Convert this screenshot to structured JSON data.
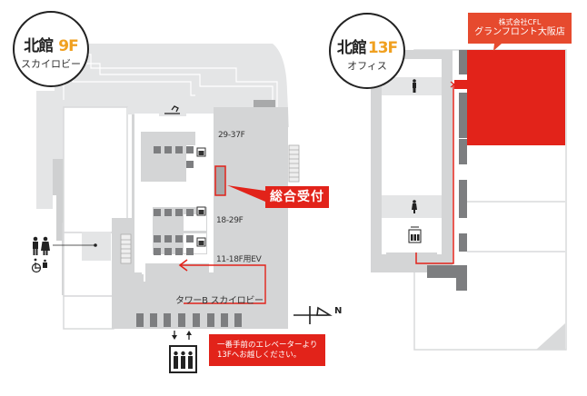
{
  "north_building_9f": {
    "badge": {
      "building": "北館",
      "floor": "9F",
      "subtitle": "スカイロビー"
    },
    "elevator_labels": [
      "29-37F",
      "18-29F",
      "11-18F用EV"
    ],
    "skylobby_label": "タワーB スカイロビー",
    "reception_callout": "総合受付",
    "note_callout": [
      "一番手前のエレベーターより",
      "13Fへお越しください。"
    ],
    "north_indicator": "N",
    "icons": [
      "restroom-icon",
      "accessible-restroom-icon",
      "elevator-icon",
      "smoking-area-icon",
      "escalator-icon"
    ]
  },
  "north_building_13f": {
    "badge": {
      "building": "北館",
      "floor": "13F",
      "subtitle": "オフィス"
    },
    "company_callout": {
      "company": "株式会社CFL",
      "branch": "グランフロント大阪店"
    },
    "icons": [
      "restroom-male-icon",
      "restroom-female-icon",
      "elevator-icon"
    ]
  },
  "colors": {
    "accent_red": "#e2231a",
    "company_orange_red": "#e64a2e",
    "floor_yellow": "#f0a020",
    "corridor_light": "#e3e4e5",
    "area_gray": "#d4d5d6",
    "dark_gray": "#7d7e80",
    "text_dark": "#222222"
  }
}
